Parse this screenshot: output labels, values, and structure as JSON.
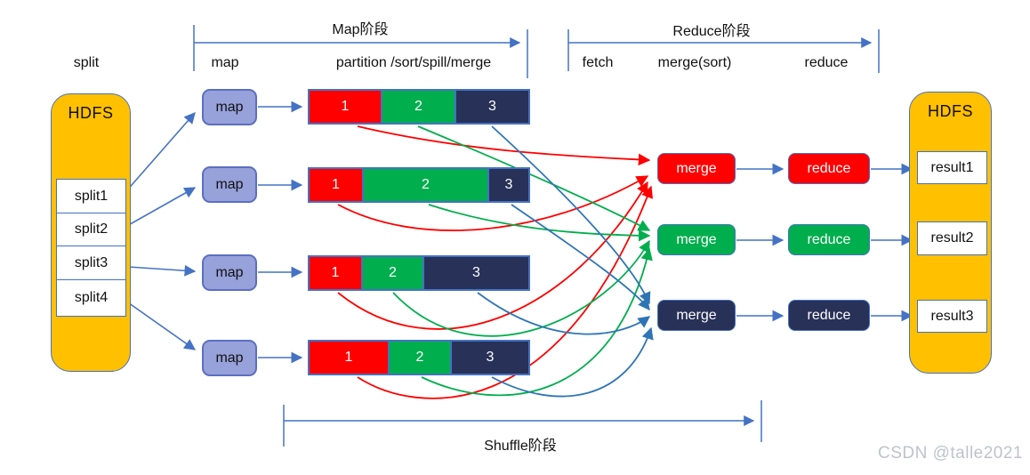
{
  "stage_brackets": {
    "map": {
      "label": "Map阶段"
    },
    "reduce": {
      "label": "Reduce阶段"
    },
    "shuffle": {
      "label": "Shuffle阶段"
    }
  },
  "column_labels": {
    "split": "split",
    "map": "map",
    "partition": "partition /sort/spill/merge",
    "fetch": "fetch",
    "merge_sort": "merge(sort)",
    "reduce": "reduce"
  },
  "hdfs_left": {
    "title": "HDFS",
    "splits": [
      "split1",
      "split2",
      "split3",
      "split4"
    ]
  },
  "map_tasks": {
    "labels": [
      "map",
      "map",
      "map",
      "map"
    ]
  },
  "partition_bars": [
    {
      "segments": [
        {
          "label": "1"
        },
        {
          "label": "2"
        },
        {
          "label": "3"
        }
      ]
    },
    {
      "segments": [
        {
          "label": "1"
        },
        {
          "label": "2"
        },
        {
          "label": "3"
        }
      ]
    },
    {
      "segments": [
        {
          "label": "1"
        },
        {
          "label": "2"
        },
        {
          "label": "3"
        }
      ]
    },
    {
      "segments": [
        {
          "label": "1"
        },
        {
          "label": "2"
        },
        {
          "label": "3"
        }
      ]
    }
  ],
  "merge_nodes": [
    {
      "label": "merge"
    },
    {
      "label": "merge"
    },
    {
      "label": "merge"
    }
  ],
  "reduce_nodes": [
    {
      "label": "reduce"
    },
    {
      "label": "reduce"
    },
    {
      "label": "reduce"
    }
  ],
  "hdfs_right": {
    "title": "HDFS",
    "results": [
      "result1",
      "result2",
      "result3"
    ]
  },
  "watermark": "CSDN @talle2021",
  "colors": {
    "accent_blue": "#4472C4",
    "partition_red": "#FF0000",
    "partition_green": "#00AE4D",
    "partition_navy": "#283157",
    "hdfs_yellow": "#FFC000",
    "map_purple": "#97A1DA",
    "shuffle_curve_blue": "#2E75B6",
    "watermark_gray": "#BFC3C9"
  }
}
